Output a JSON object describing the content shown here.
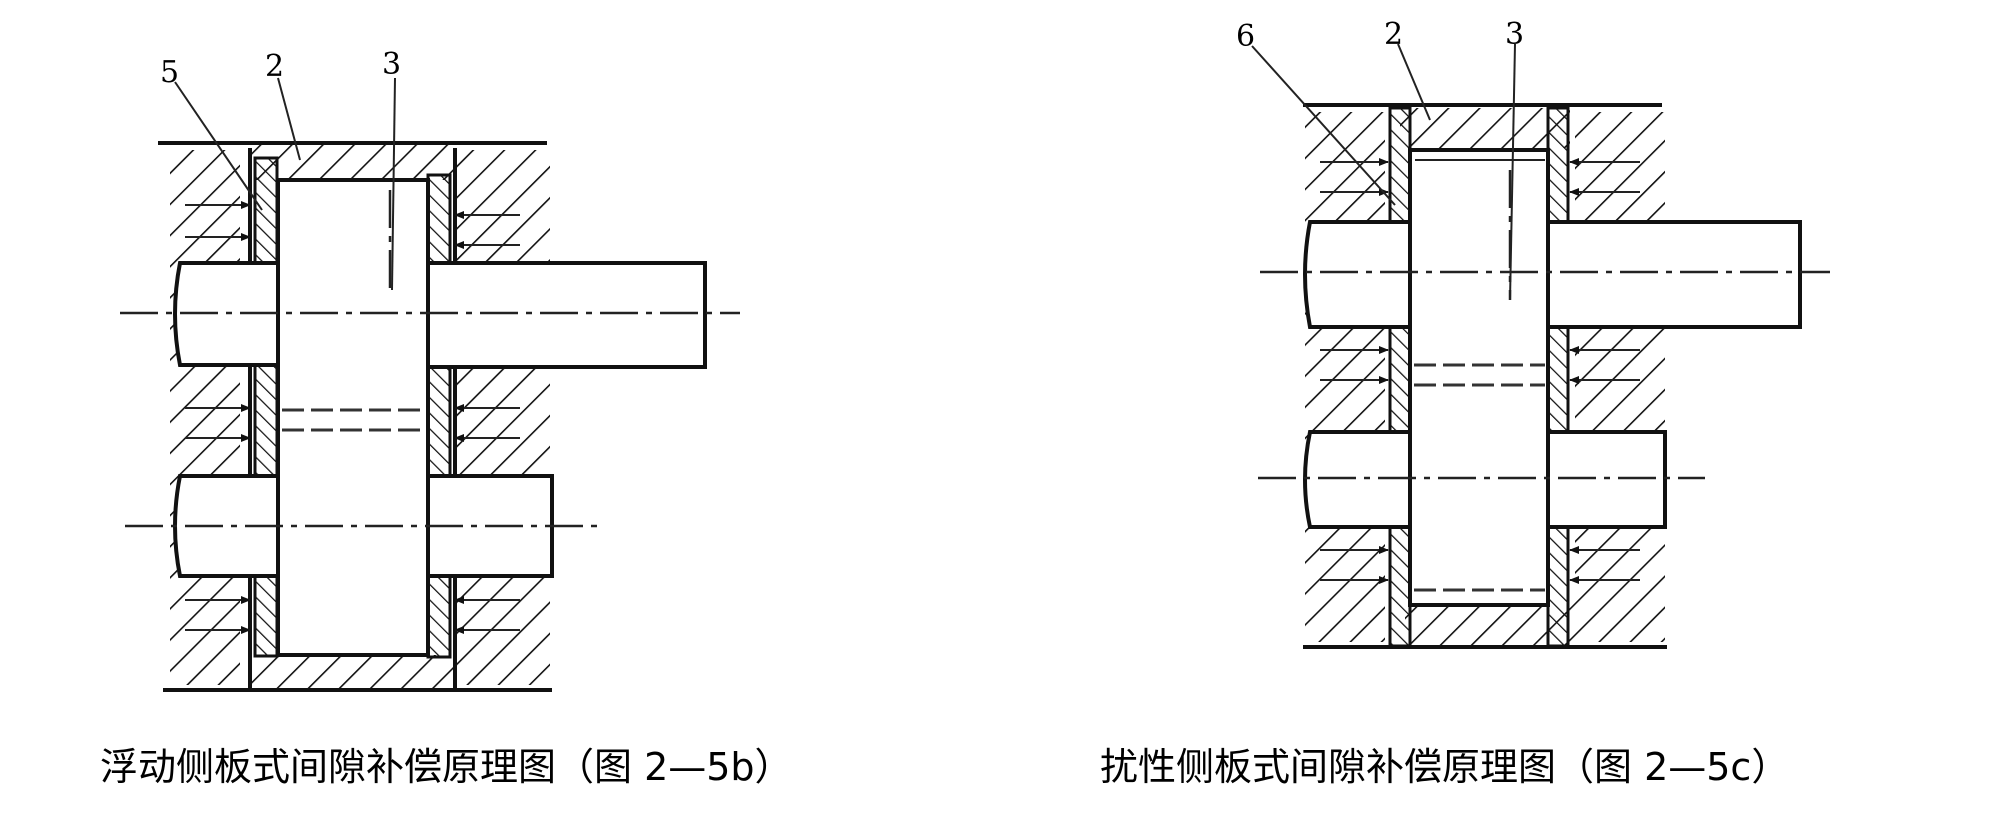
{
  "figure_b": {
    "caption": "浮动侧板式间隙补偿原理图（图 2—5b）",
    "labels": [
      "5",
      "2",
      "3"
    ]
  },
  "figure_c": {
    "caption": "扰性侧板式间隙补偿原理图（图 2—5c）",
    "labels": [
      "6",
      "2",
      "3"
    ]
  }
}
